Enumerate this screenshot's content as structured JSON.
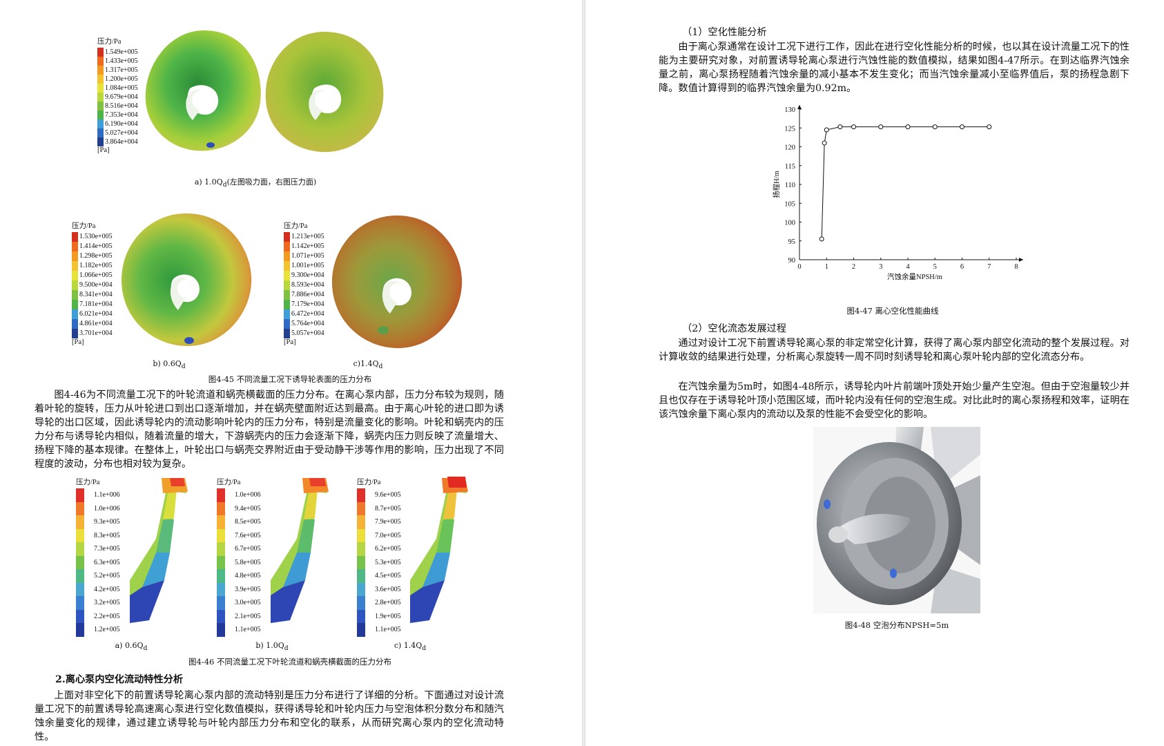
{
  "left_page": {
    "fig_4_45": {
      "subfig_a": {
        "legend_title": "压力/Pa",
        "legend_values": [
          "1.549e+005",
          "1.433e+005",
          "1.317e+005",
          "1.200e+005",
          "1.084e+005",
          "9.679e+004",
          "8.516e+004",
          "7.353e+004",
          "6.190e+004",
          "5.027e+004",
          "3.864e+004"
        ],
        "legend_unit": "[Pa]",
        "caption": "a) 1.0Q",
        "caption_sub": "d",
        "caption_rest": "(左图吸力面，右图压力面)"
      },
      "subfig_b": {
        "legend_title": "压力/Pa",
        "legend_values": [
          "1.530e+005",
          "1.414e+005",
          "1.298e+005",
          "1.182e+005",
          "1.066e+005",
          "9.500e+004",
          "8.341e+004",
          "7.181e+004",
          "6.021e+004",
          "4.861e+004",
          "3.701e+004"
        ],
        "legend_unit": "[Pa]",
        "caption": "b) 0.6Q",
        "caption_sub": "d"
      },
      "subfig_c": {
        "legend_title": "压力/Pa",
        "legend_values": [
          "1.213e+005",
          "1.142e+005",
          "1.071e+005",
          "1.001e+005",
          "9.300e+004",
          "8.593e+004",
          "7.886e+004",
          "7.179e+004",
          "6.472e+004",
          "5.764e+004",
          "5.057e+004"
        ],
        "legend_unit": "[Pa]",
        "caption": "c)1.4Q",
        "caption_sub": "d"
      },
      "caption": "图4-45 不同流量工况下诱导轮表面的压力分布"
    },
    "paragraph_1": "图4-46为不同流量工况下的叶轮流道和蜗壳横截面的压力分布。在离心泵内部，压力分布较为规则，随着叶轮的旋转，压力从叶轮进口到出口逐渐增加，并在蜗壳壁面附近达到最高。由于离心叶轮的进口即为诱导轮的出口区域，因此诱导轮内的流动影响叶轮内的压力分布，特别是流量变化的影响。叶轮和蜗壳内的压力分布与诱导轮内相似，随着流量的增大，下游蜗壳内的压力会逐渐下降，蜗壳内压力则反映了流量增大、扬程下降的基本规律。在整体上，叶轮出口与蜗壳交界附近由于受动静干涉等作用的影响，压力出现了不同程度的波动，分布也相对较为复杂。",
    "fig_4_46": {
      "subfig_a": {
        "legend_title": "压力/Pa",
        "legend_values": [
          "1.1e+006",
          "1.0e+006",
          "9.3e+005",
          "8.3e+005",
          "7.3e+005",
          "6.3e+005",
          "5.2e+005",
          "4.2e+005",
          "3.2e+005",
          "2.2e+005",
          "1.2e+005"
        ],
        "caption": "a) 0.6Q",
        "caption_sub": "d"
      },
      "subfig_b": {
        "legend_title": "压力/Pa",
        "legend_values": [
          "1.0e+006",
          "9.4e+005",
          "8.5e+005",
          "7.6e+005",
          "6.7e+005",
          "5.8e+005",
          "4.8e+005",
          "3.9e+005",
          "3.0e+005",
          "2.1e+005",
          "1.1e+005"
        ],
        "caption": "b) 1.0Q",
        "caption_sub": "d"
      },
      "subfig_c": {
        "legend_title": "压力/Pa",
        "legend_values": [
          "9.6e+005",
          "8.7e+005",
          "7.9e+005",
          "7.0e+005",
          "6.2e+005",
          "5.3e+005",
          "4.5e+005",
          "3.6e+005",
          "2.8e+005",
          "1.9e+005",
          "1.1e+005"
        ],
        "caption": "c) 1.4Q",
        "caption_sub": "d"
      },
      "caption": "图4-46 不同流量工况下叶轮流道和蜗壳横截面的压力分布"
    },
    "section_heading": "2.离心泵内空化流动特性分析",
    "paragraph_2": "上面对非空化下的前置诱导轮离心泵内部的流动特别是压力分布进行了详细的分析。下面通过对设计流量工况下的前置诱导轮高速离心泵进行空化数值模拟，获得诱导轮和叶轮内压力与空泡体积分数分布和随汽蚀余量变化的规律，通过建立诱导轮与叶轮内部压力分布和空化的联系，从而研究离心泵内的空化流动特性。"
  },
  "right_page": {
    "heading_1": "（1）空化性能分析",
    "paragraph_1": "由于离心泵通常在设计工况下进行工作，因此在进行空化性能分析的时候，也以其在设计流量工况下的性能为主要研究对象，对前置诱导轮离心泵进行汽蚀性能的数值模拟，结果如图4-47所示。在到达临界汽蚀余量之前，离心泵扬程随着汽蚀余量的减小基本不发生变化；而当汽蚀余量减小至临界值后，泵的扬程急剧下降。数值计算得到的临界汽蚀余量为0.92m。",
    "fig_4_47_caption": "图4-47 离心空化性能曲线",
    "heading_2": "（2）空化流态发展过程",
    "paragraph_2": "通过对设计工况下前置诱导轮离心泵的非定常空化计算，获得了离心泵内部空化流动的整个发展过程。对计算收敛的结果进行处理，分析离心泵旋转一周不同时刻诱导轮和离心泵叶轮内部的空化流态分布。",
    "paragraph_3": "在汽蚀余量为5m时，如图4-48所示，诱导轮内叶片前端叶顶处开始少量产生空泡。但由于空泡量较少并且也仅存在于诱导轮叶顶小范围区域，而叶轮内没有任何的空泡生成。对比此时的离心泵扬程和效率，证明在该汽蚀余量下离心泵内的流动以及泵的性能不会受空化的影响。",
    "fig_4_48_caption": "图4-48 空泡分布NPSH=5m"
  },
  "chart_data": {
    "type": "line",
    "title": "",
    "xlabel": "汽蚀余量NPSH/m",
    "ylabel": "扬程H/m",
    "xlim": [
      0,
      8
    ],
    "ylim": [
      90,
      130
    ],
    "x_ticks": [
      "0",
      "1",
      "2",
      "3",
      "4",
      "5",
      "6",
      "7",
      "8"
    ],
    "y_ticks": [
      "90",
      "95",
      "100",
      "105",
      "110",
      "115",
      "120",
      "125",
      "130"
    ],
    "grid": false,
    "series": [
      {
        "x": [
          0.82,
          0.92,
          1.0,
          1.5,
          2.0,
          3.0,
          4.0,
          5.0,
          6.0,
          7.0
        ],
        "y": [
          95.5,
          121.0,
          124.5,
          125.3,
          125.3,
          125.3,
          125.3,
          125.3,
          125.3,
          125.3
        ]
      }
    ]
  },
  "colors": {
    "legend_ramp": [
      "#d72f1e",
      "#ef6a1e",
      "#f39a20",
      "#f4c430",
      "#e8e33a",
      "#b9d83c",
      "#7fc241",
      "#4eb447",
      "#3d9ed8",
      "#2f6bc4",
      "#23408f"
    ],
    "section_legend_ramp": [
      "#e0302a",
      "#f0782a",
      "#f5b237",
      "#ecdf3b",
      "#b4d645",
      "#76c24a",
      "#4fb887",
      "#4aa8d0",
      "#3a7fd0",
      "#2d54c0",
      "#22399a"
    ]
  }
}
